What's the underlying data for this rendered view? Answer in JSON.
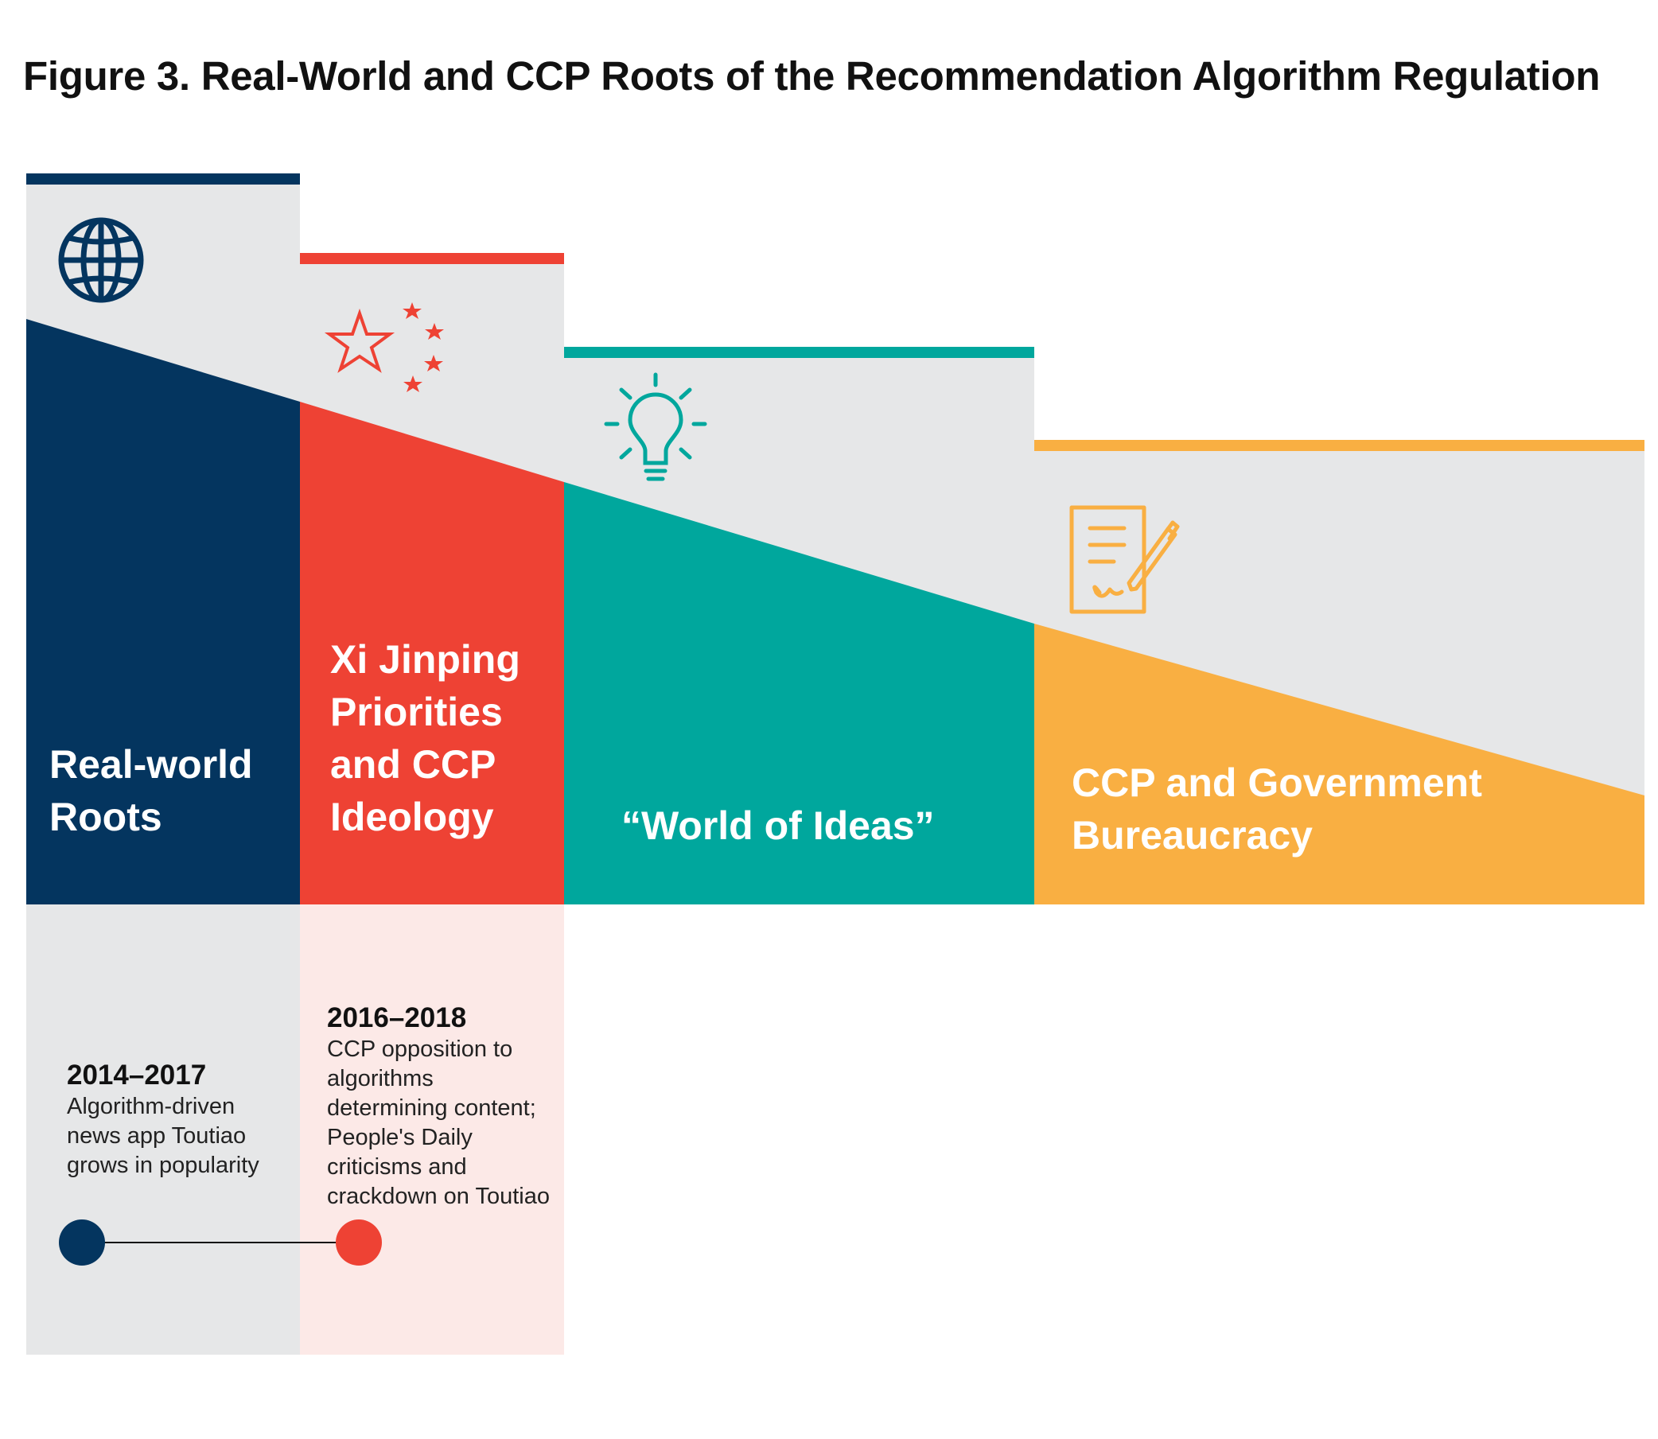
{
  "title": "Figure 3. Real-World and CCP Roots of the Recommendation Algorithm Regulation",
  "colors": {
    "navy": "#04355F",
    "red": "#EE4234",
    "teal": "#00A79D",
    "orange": "#F9AF42",
    "gray": "#E6E7E8",
    "pink": "#FCE9E7"
  },
  "stages": [
    {
      "id": "real-world",
      "label": "Real-world Roots",
      "icon": "globe-icon"
    },
    {
      "id": "xi-ccp",
      "label": "Xi Jinping Priorities and CCP Ideology",
      "icon": "china-stars-icon"
    },
    {
      "id": "world-of-ideas",
      "label": "“World of Ideas”",
      "icon": "lightbulb-icon"
    },
    {
      "id": "bureaucracy",
      "label": "CCP and Government Bureaucracy",
      "icon": "signed-document-icon"
    }
  ],
  "timeline": [
    {
      "years": "2014–2017",
      "description": "Algorithm-driven news app Toutiao grows in popularity"
    },
    {
      "years": "2016–2018",
      "description": "CCP opposition to algorithms determining content; People's Daily criticisms and crackdown on Toutiao"
    }
  ]
}
